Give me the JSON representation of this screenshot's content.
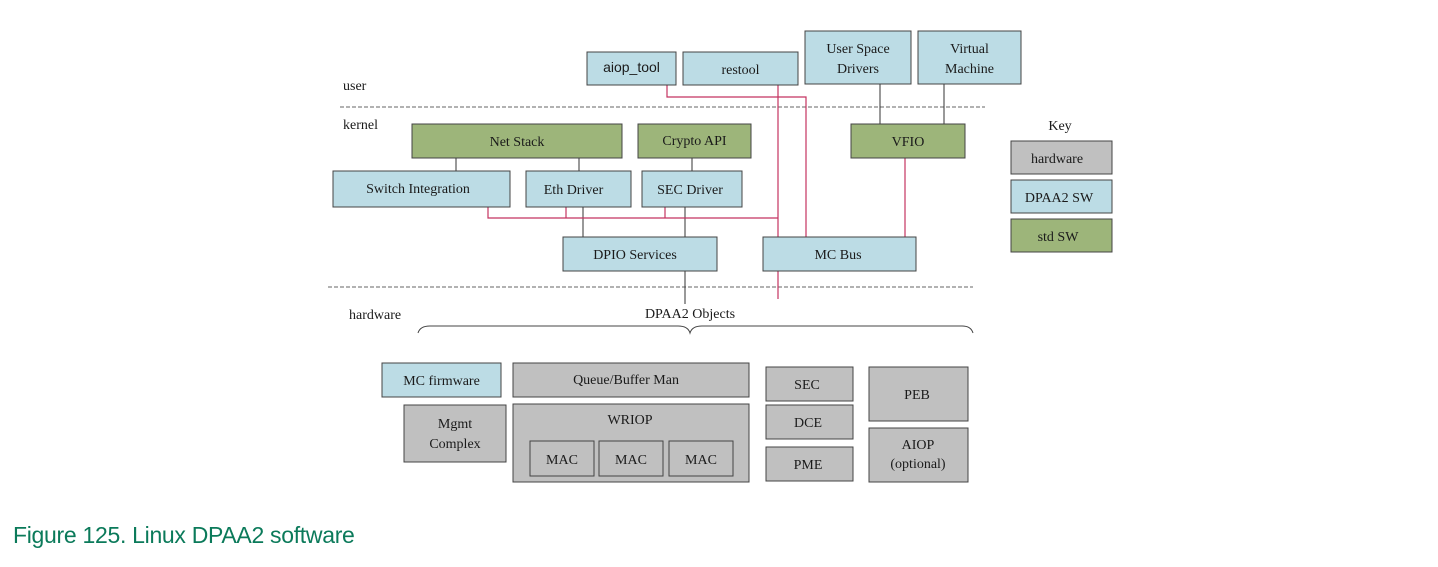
{
  "colors": {
    "dpaa2_sw": "#bcdce5",
    "std_sw": "#9db57a",
    "hardware": "#c0c0c0",
    "connector": "#c43360",
    "line": "#333333",
    "caption": "#0b7a5a"
  },
  "layers": {
    "user": "user",
    "kernel": "kernel",
    "hardware": "hardware"
  },
  "user_boxes": {
    "aiop_tool": "aiop_tool",
    "restool": "restool",
    "user_space_drivers": [
      "User Space",
      "Drivers"
    ],
    "virtual_machine": [
      "Virtual",
      "Machine"
    ]
  },
  "kernel_boxes": {
    "net_stack": "Net Stack",
    "crypto_api": "Crypto API",
    "vfio": "VFIO",
    "switch_integration": "Switch Integration",
    "eth_driver": "Eth Driver",
    "sec_driver": "SEC Driver",
    "dpio_services": "DPIO Services",
    "mc_bus": "MC Bus"
  },
  "dpaa2_objects": "DPAA2 Objects",
  "hardware_boxes": {
    "mc_firmware": "MC firmware",
    "mgmt_complex": [
      "Mgmt",
      "Complex"
    ],
    "queue_buffer_man": "Queue/Buffer Man",
    "wriop": "WRIOP",
    "mac_labels": [
      "MAC",
      "MAC",
      "MAC"
    ],
    "sec": "SEC",
    "dce": "DCE",
    "pme": "PME",
    "peb": "PEB",
    "aiop": [
      "AIOP",
      "(optional)"
    ]
  },
  "key": {
    "title": "Key",
    "items": [
      {
        "label": "hardware",
        "color": "#c0c0c0"
      },
      {
        "label": "DPAA2 SW",
        "color": "#bcdce5"
      },
      {
        "label": "std SW",
        "color": "#9db57a"
      }
    ]
  },
  "caption": "Figure 125.  Linux DPAA2 software"
}
